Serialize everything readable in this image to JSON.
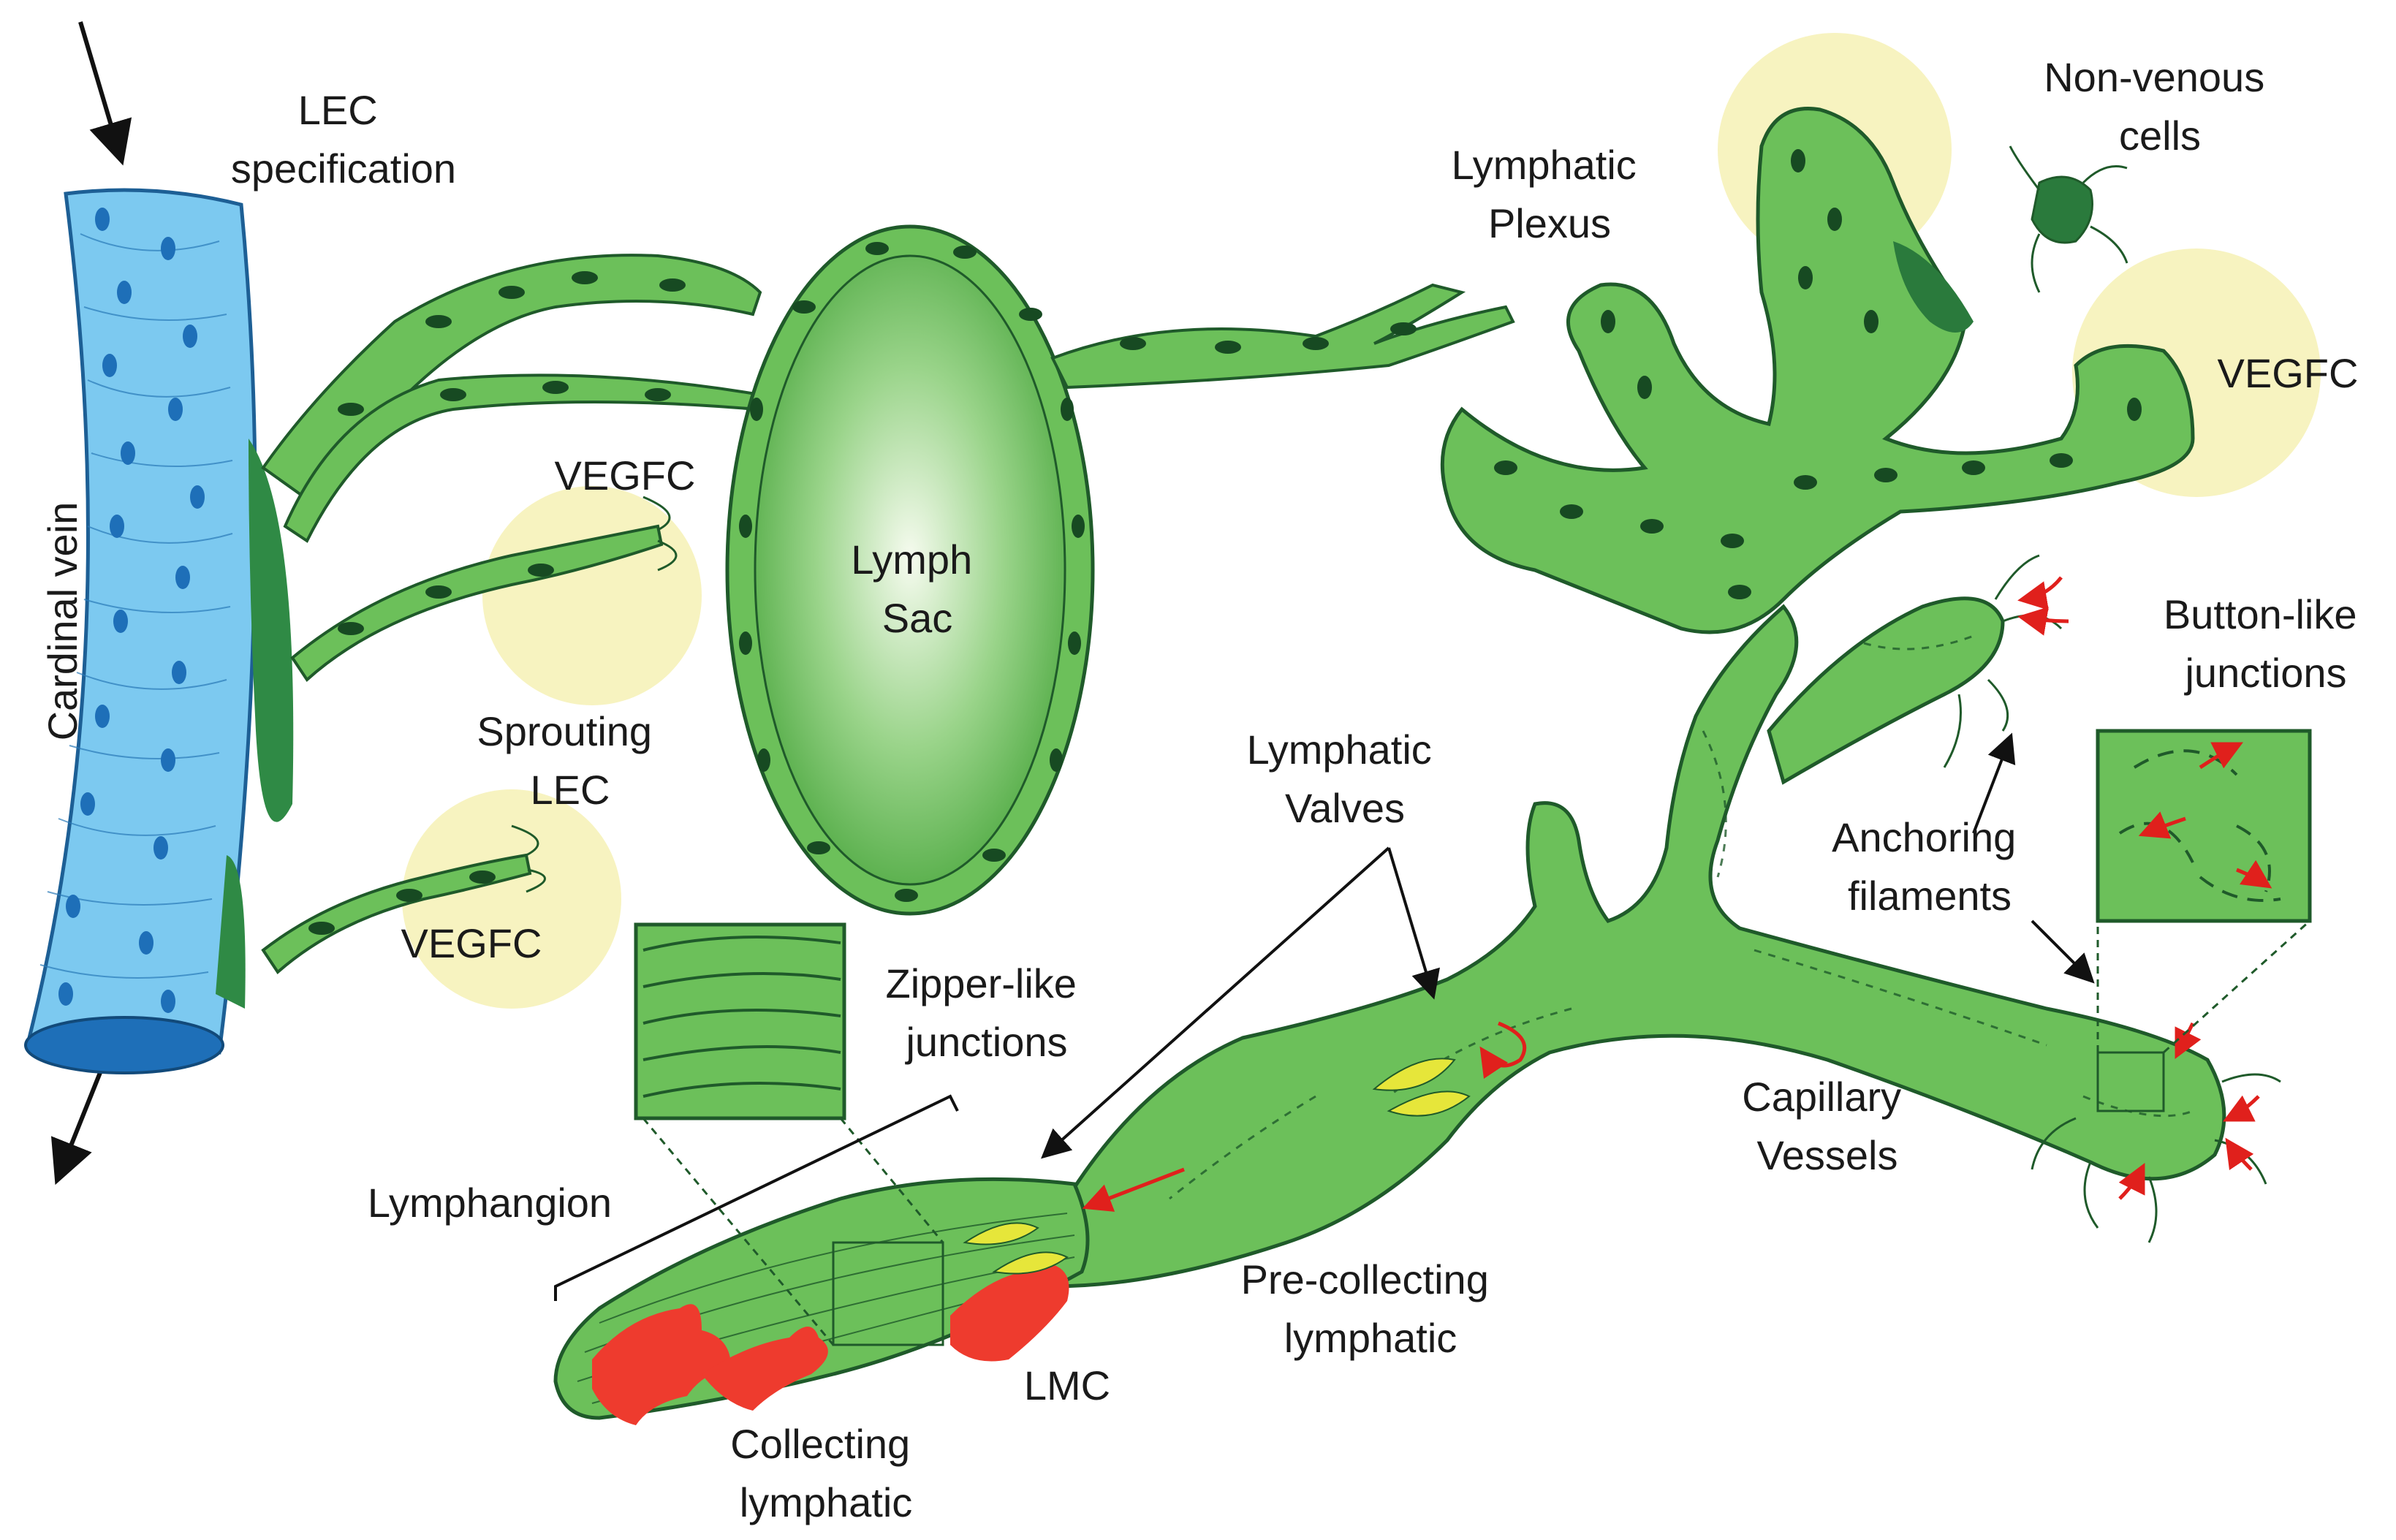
{
  "labels": {
    "lec_specification": [
      "LEC",
      "specification"
    ],
    "cardinal_vein": "Cardinal vein",
    "vegfc_sprout_top": "VEGFC",
    "sprouting_lec": [
      "Sprouting",
      "LEC"
    ],
    "vegfc_sprout_bottom": "VEGFC",
    "lymph_sac": [
      "Lymph",
      "Sac"
    ],
    "lymphatic_plexus": [
      "Lymphatic",
      "Plexus"
    ],
    "non_venous_cells": [
      "Non-venous",
      "cells"
    ],
    "vegfc_plexus": "VEGFC",
    "button_like_junctions": [
      "Button-like",
      "junctions"
    ],
    "anchoring_filaments": [
      "Anchoring",
      "filaments"
    ],
    "lymphatic_valves": [
      "Lymphatic",
      "Valves"
    ],
    "zipper_like_junctions": [
      "Zipper-like",
      "junctions"
    ],
    "lymphangion": "Lymphangion",
    "capillary_vessels": [
      "Capillary",
      "Vessels"
    ],
    "pre_collecting_lymphatic": [
      "Pre-collecting",
      "lymphatic"
    ],
    "lmc": "LMC",
    "collecting_lymphatic": [
      "Collecting",
      "lymphatic"
    ]
  },
  "colors": {
    "vein_fill": "#7cc9f0",
    "vein_nucleus": "#1e6fb8",
    "vessel_fill": "#6cc05a",
    "vessel_outline": "#1f5a2a",
    "nucleus": "#174a22",
    "vegfc_glow": "#f7f3c0",
    "lmc": "#ee3b2e",
    "valve": "#e6e63a",
    "flow_arrow": "#e0201c",
    "dark_cell": "#2a7a3c"
  }
}
